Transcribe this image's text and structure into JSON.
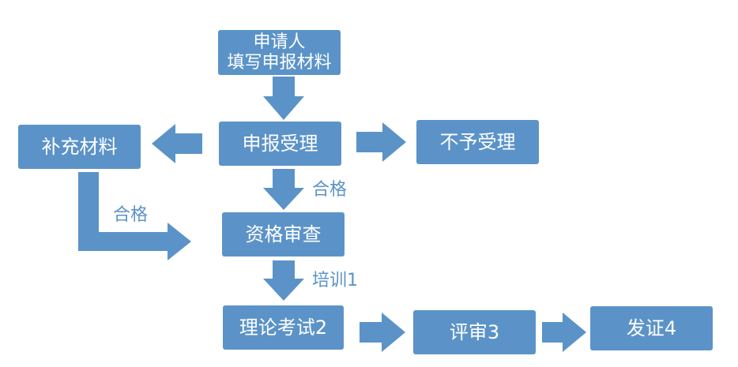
{
  "nodes": {
    "applicant_line1": "申请人",
    "applicant_line2": "填写申报材料",
    "apply_accept": "申报受理",
    "supplement": "补充材料",
    "reject": "不予受理",
    "qualification": "资格审查",
    "theory_exam": "理论考试2",
    "review": "评审3",
    "certify": "发证4"
  },
  "edge_labels": {
    "accept_to_qual": "合格",
    "supplement_to_qual": "合格",
    "qual_to_exam": "培训1"
  },
  "colors": {
    "box_fill": "#5b93c8",
    "label_text": "#5b93c8",
    "box_text": "#ffffff"
  }
}
